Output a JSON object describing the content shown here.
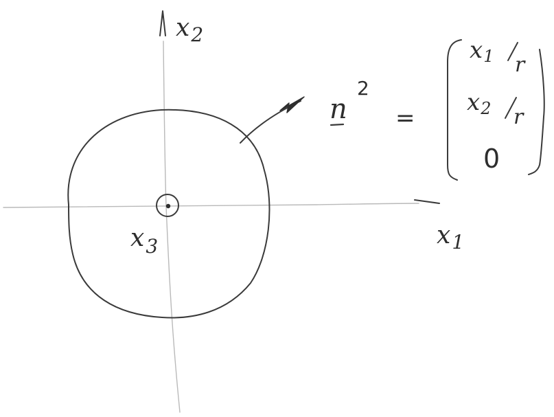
{
  "axes": {
    "x1": {
      "symbol": "x",
      "subscript": "1"
    },
    "x2": {
      "symbol": "x",
      "subscript": "2"
    },
    "x3": {
      "symbol": "x",
      "subscript": "3"
    }
  },
  "normal": {
    "symbol": "n",
    "superscript": "2"
  },
  "equals": "=",
  "vector": {
    "row1": {
      "num": "x",
      "num_sub": "1",
      "den": "r"
    },
    "row2": {
      "num": "x",
      "num_sub": "2",
      "den": "r"
    },
    "row3": {
      "value": "0"
    }
  },
  "colors": {
    "ink": "#3a3a3a",
    "axis": "#b9b9b9"
  }
}
